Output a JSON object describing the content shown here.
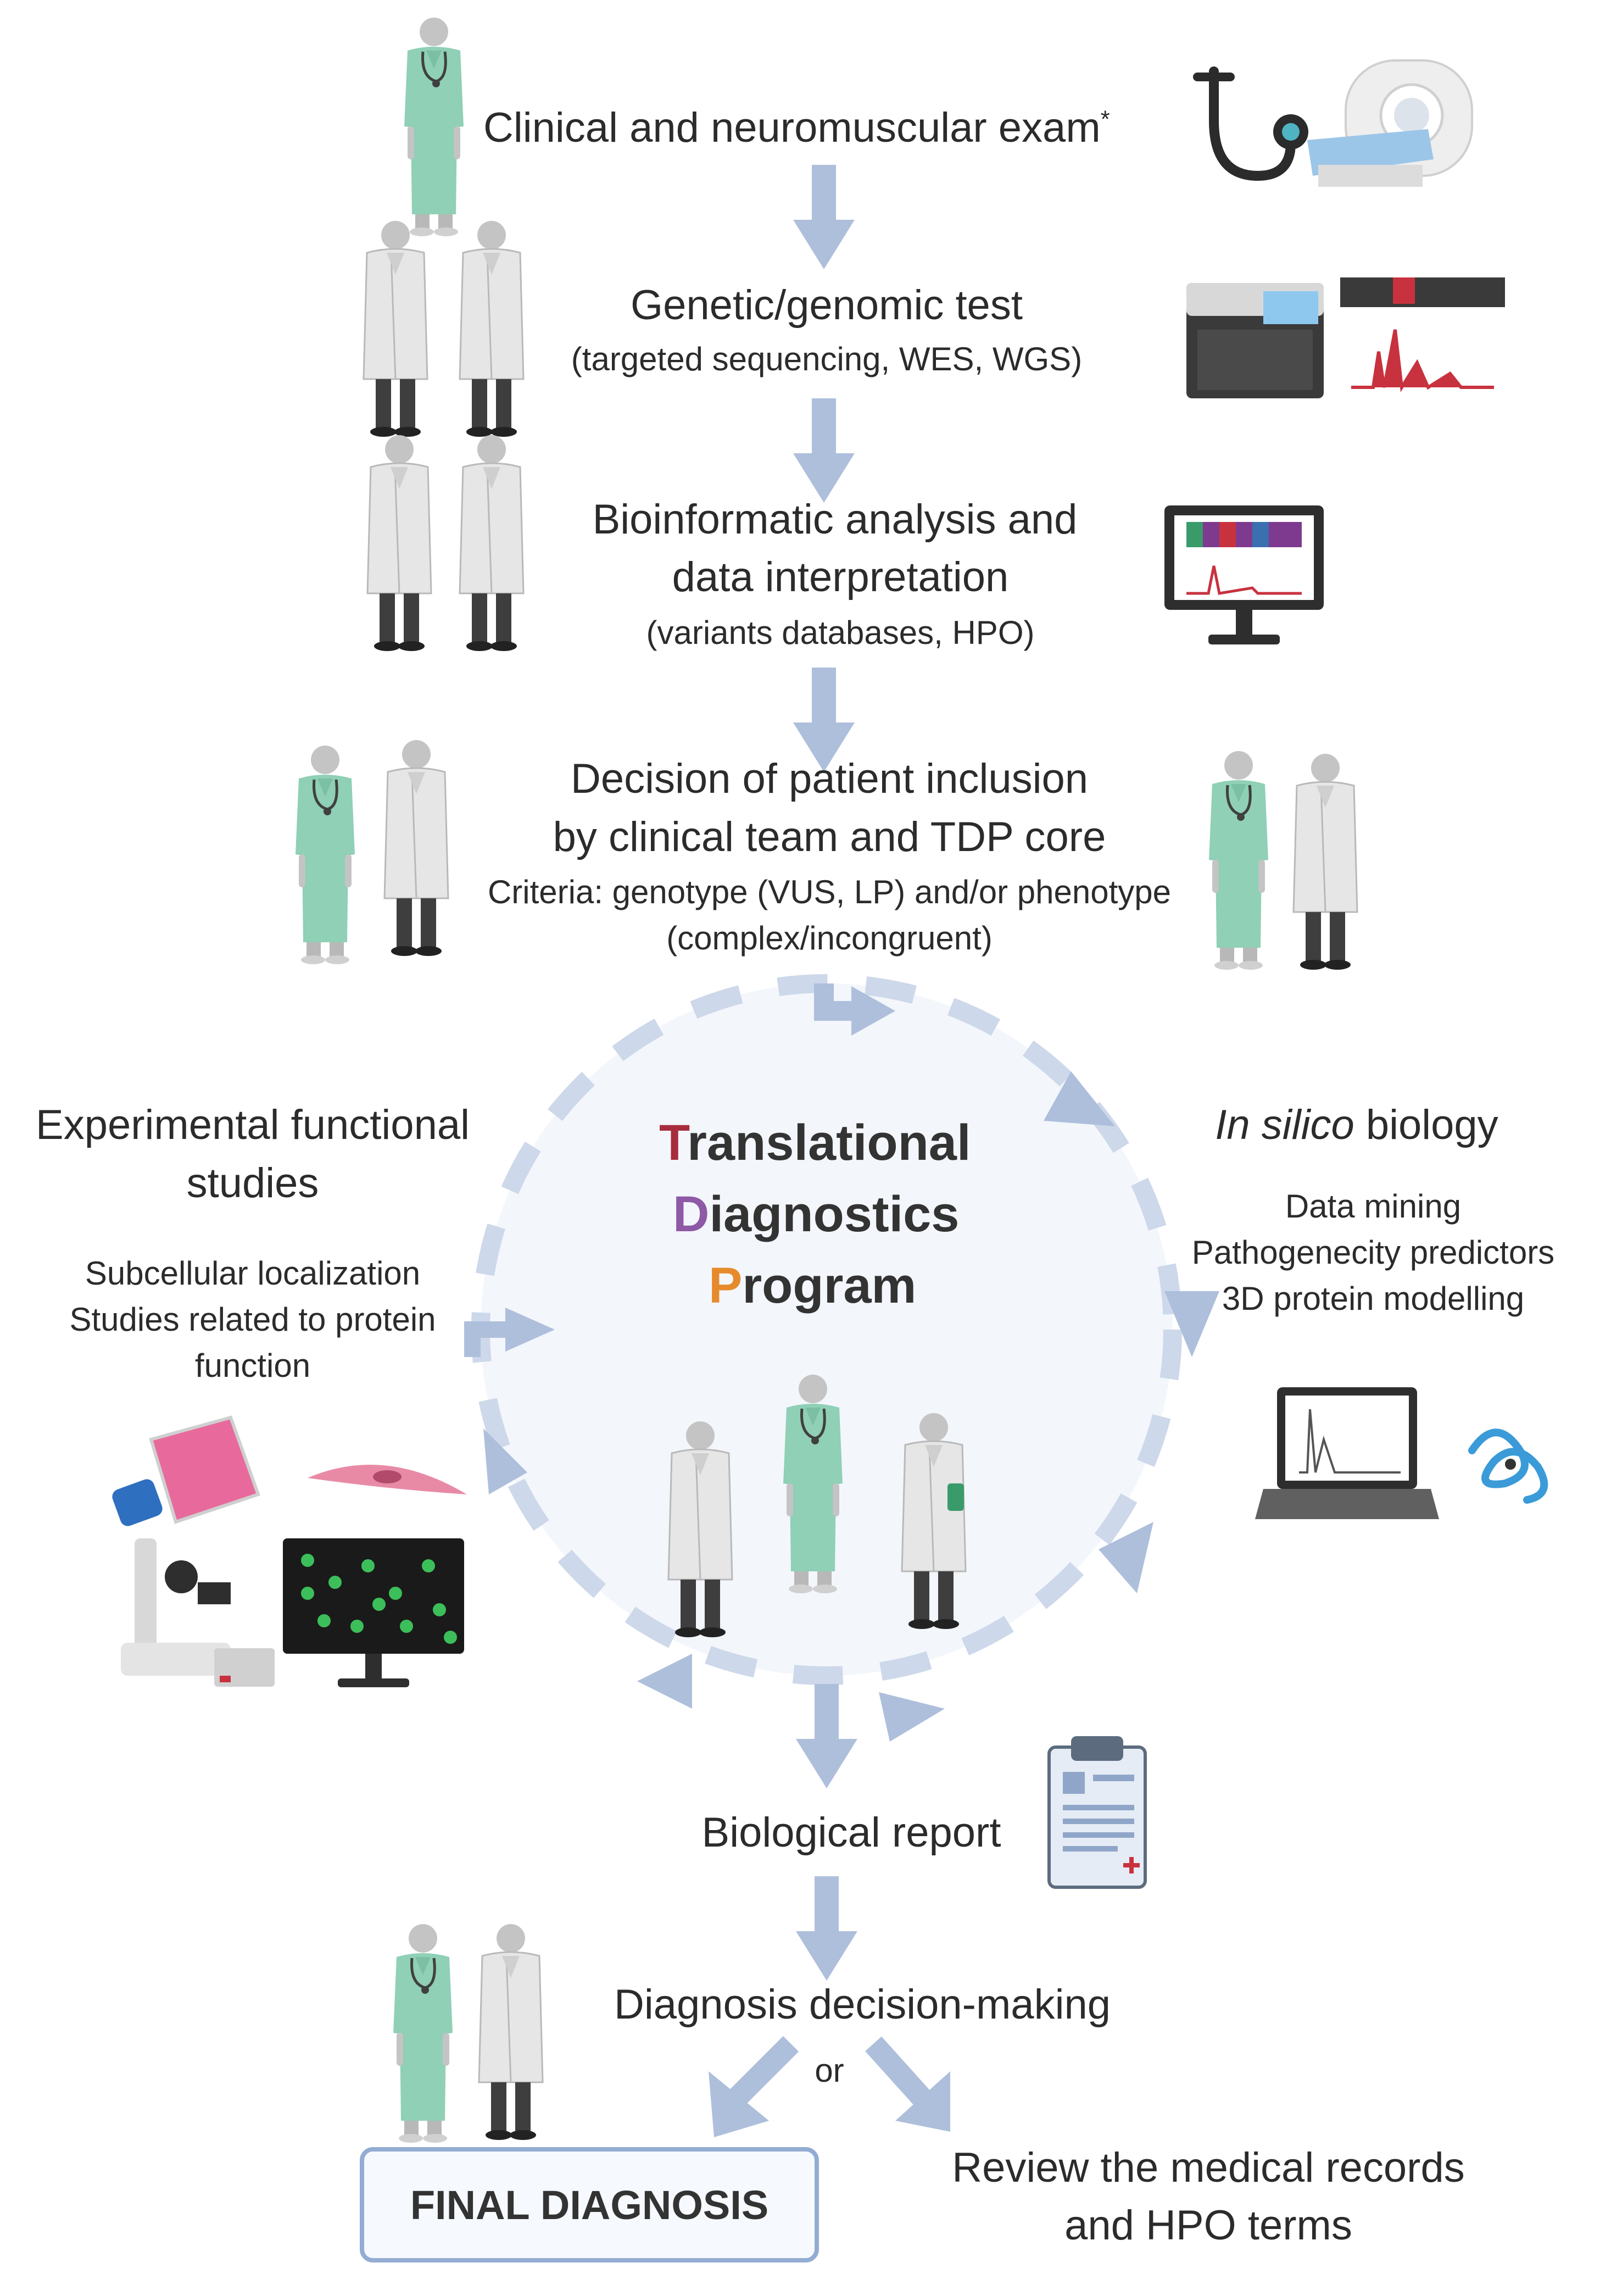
{
  "steps": {
    "clinical": {
      "label": "Clinical and neuromuscular exam",
      "marker": "*"
    },
    "genetic": {
      "title": "Genetic/genomic test",
      "subtitle": "(targeted sequencing, WES, WGS)"
    },
    "bioinf": {
      "line1": "Bioinformatic analysis and",
      "line2": "data interpretation",
      "subtitle": "(variants databases, HPO)"
    },
    "decision": {
      "line1": "Decision of patient inclusion",
      "line2": "by clinical team and TDP core",
      "criteria1": "Criteria: genotype (VUS, LP) and/or phenotype",
      "criteria2": "(complex/incongruent)"
    }
  },
  "tdp": {
    "initials": [
      "T",
      "D",
      "P"
    ],
    "rests": [
      "ranslational",
      "iagnostics",
      "rogram"
    ],
    "colors": {
      "t": "#a72c3d",
      "d": "#8e59a6",
      "p": "#e68a2c"
    }
  },
  "left_panel": {
    "title1": "Experimental functional",
    "title2": "studies",
    "items": [
      "Subcellular localization",
      "Studies related to protein",
      "function"
    ]
  },
  "right_panel": {
    "title_italic": "In silico",
    "title_rest": " biology",
    "items": [
      "Data mining",
      "Pathogenecity predictors",
      "3D protein modelling"
    ]
  },
  "outcomes": {
    "report": "Biological report",
    "diagnosis": "Diagnosis decision-making",
    "or": "or",
    "final": "FINAL DIAGNOSIS",
    "review1": "Review the medical records",
    "review2": "and HPO terms"
  },
  "colors": {
    "arrow": "#aebfdc",
    "cycle": "#cdd8ea",
    "circle_fill": "#f3f6fb",
    "scrubs": "#8fd0b6",
    "coat": "#e6e6e6",
    "accent_teal": "#4fb3c4",
    "accent_red": "#c8323e"
  }
}
